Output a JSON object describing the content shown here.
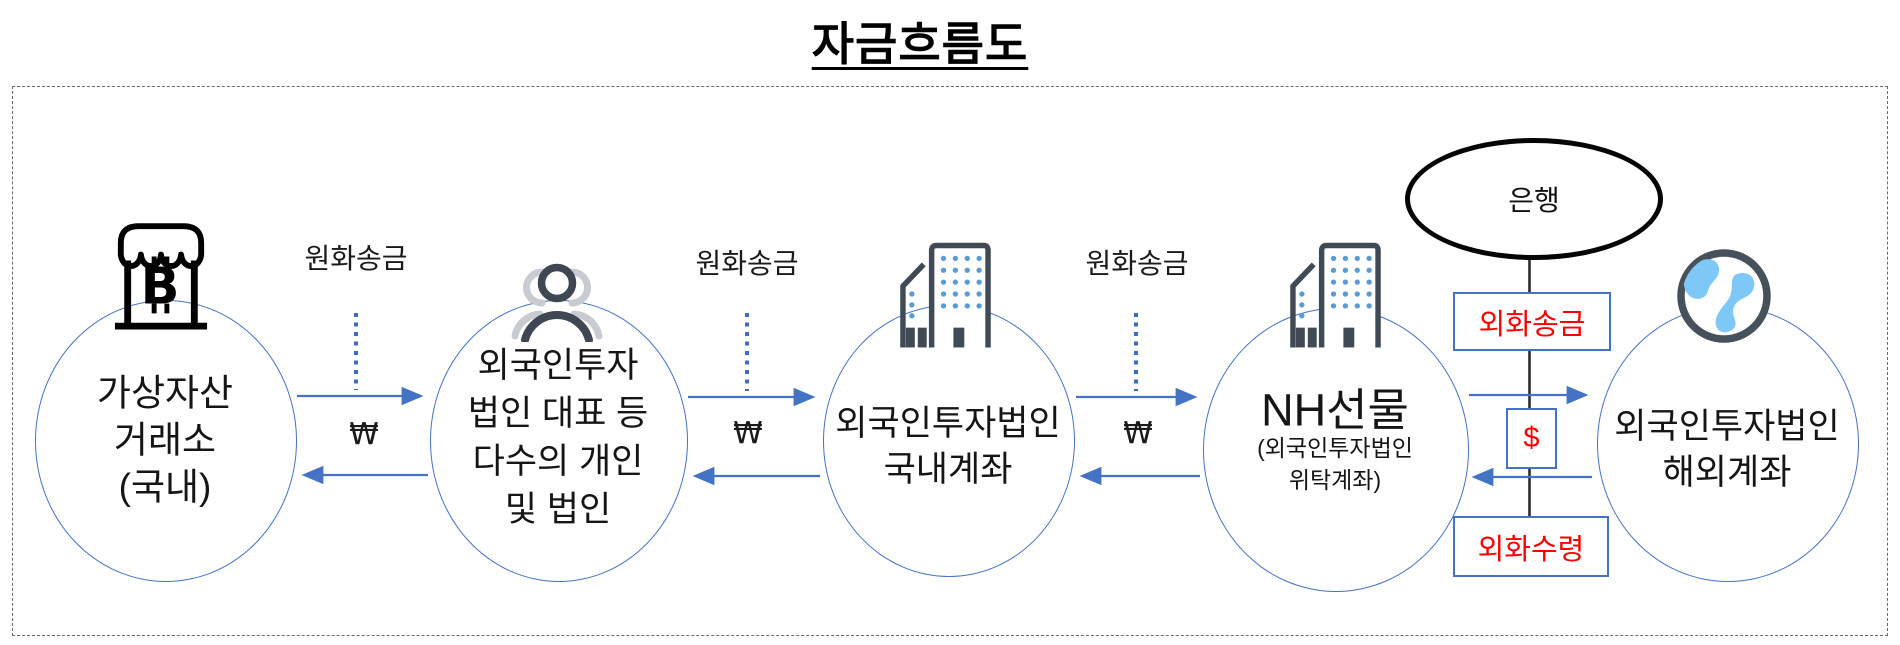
{
  "title": "자금흐름도",
  "colors": {
    "flow_blue": "#4472C4",
    "alert_red": "#FF0000",
    "icon_dark": "#3F4A54",
    "icon_light_gray": "#C8CCD2",
    "window_blue": "#5B9BD5",
    "globe_blue": "#7EC8F7"
  },
  "icons": {
    "exchange": "store-bitcoin-icon",
    "bitcoin_symbol": "₿",
    "individuals": "people-group-icon",
    "domestic_account": "office-building-icon",
    "nh_futures": "office-building-icon",
    "overseas_account": "globe-icon",
    "bank": "bank-ellipse"
  },
  "nodes": {
    "exchange": {
      "line1": "가상자산",
      "line2": "거래소",
      "line3": "(국내)"
    },
    "individuals": {
      "line1": "외국인투자",
      "line2": "법인 대표 등",
      "line3": "다수의 개인",
      "line4": "및 법인"
    },
    "domestic_account": {
      "line1": "외국인투자법인",
      "line2": "국내계좌"
    },
    "nh_futures": {
      "title": "NH선물",
      "sub1": "(외국인투자법인",
      "sub2": "위탁계좌)"
    },
    "overseas_account": {
      "line1": "외국인투자법인",
      "line2": "해외계좌"
    }
  },
  "krw_flows": [
    {
      "label": "원화송금",
      "currency": "₩"
    },
    {
      "label": "원화송금",
      "currency": "₩"
    },
    {
      "label": "원화송금",
      "currency": "₩"
    }
  ],
  "fx": {
    "bank": "은행",
    "send": "외화송금",
    "dollar": "$",
    "receive": "외화수령"
  }
}
